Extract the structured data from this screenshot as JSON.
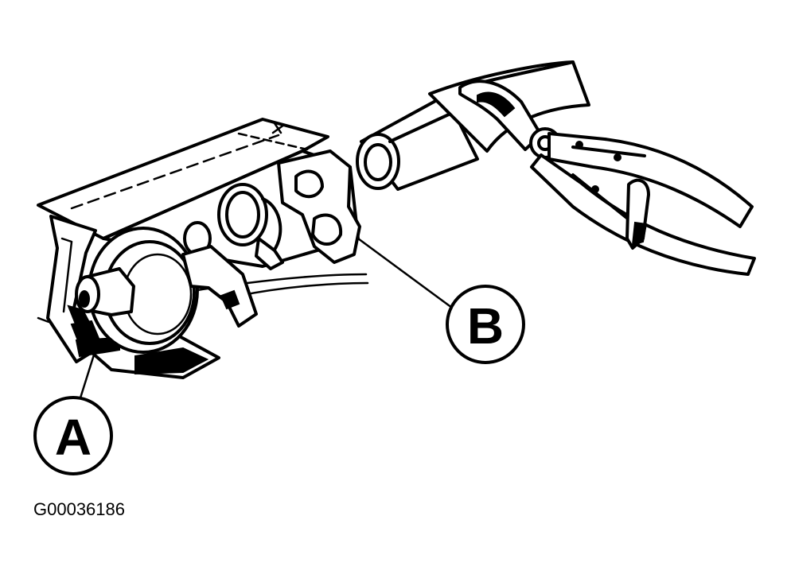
{
  "figure": {
    "callouts": [
      {
        "id": "A",
        "label": "A"
      },
      {
        "id": "B",
        "label": "B"
      }
    ],
    "figure_id": "G00036186"
  }
}
